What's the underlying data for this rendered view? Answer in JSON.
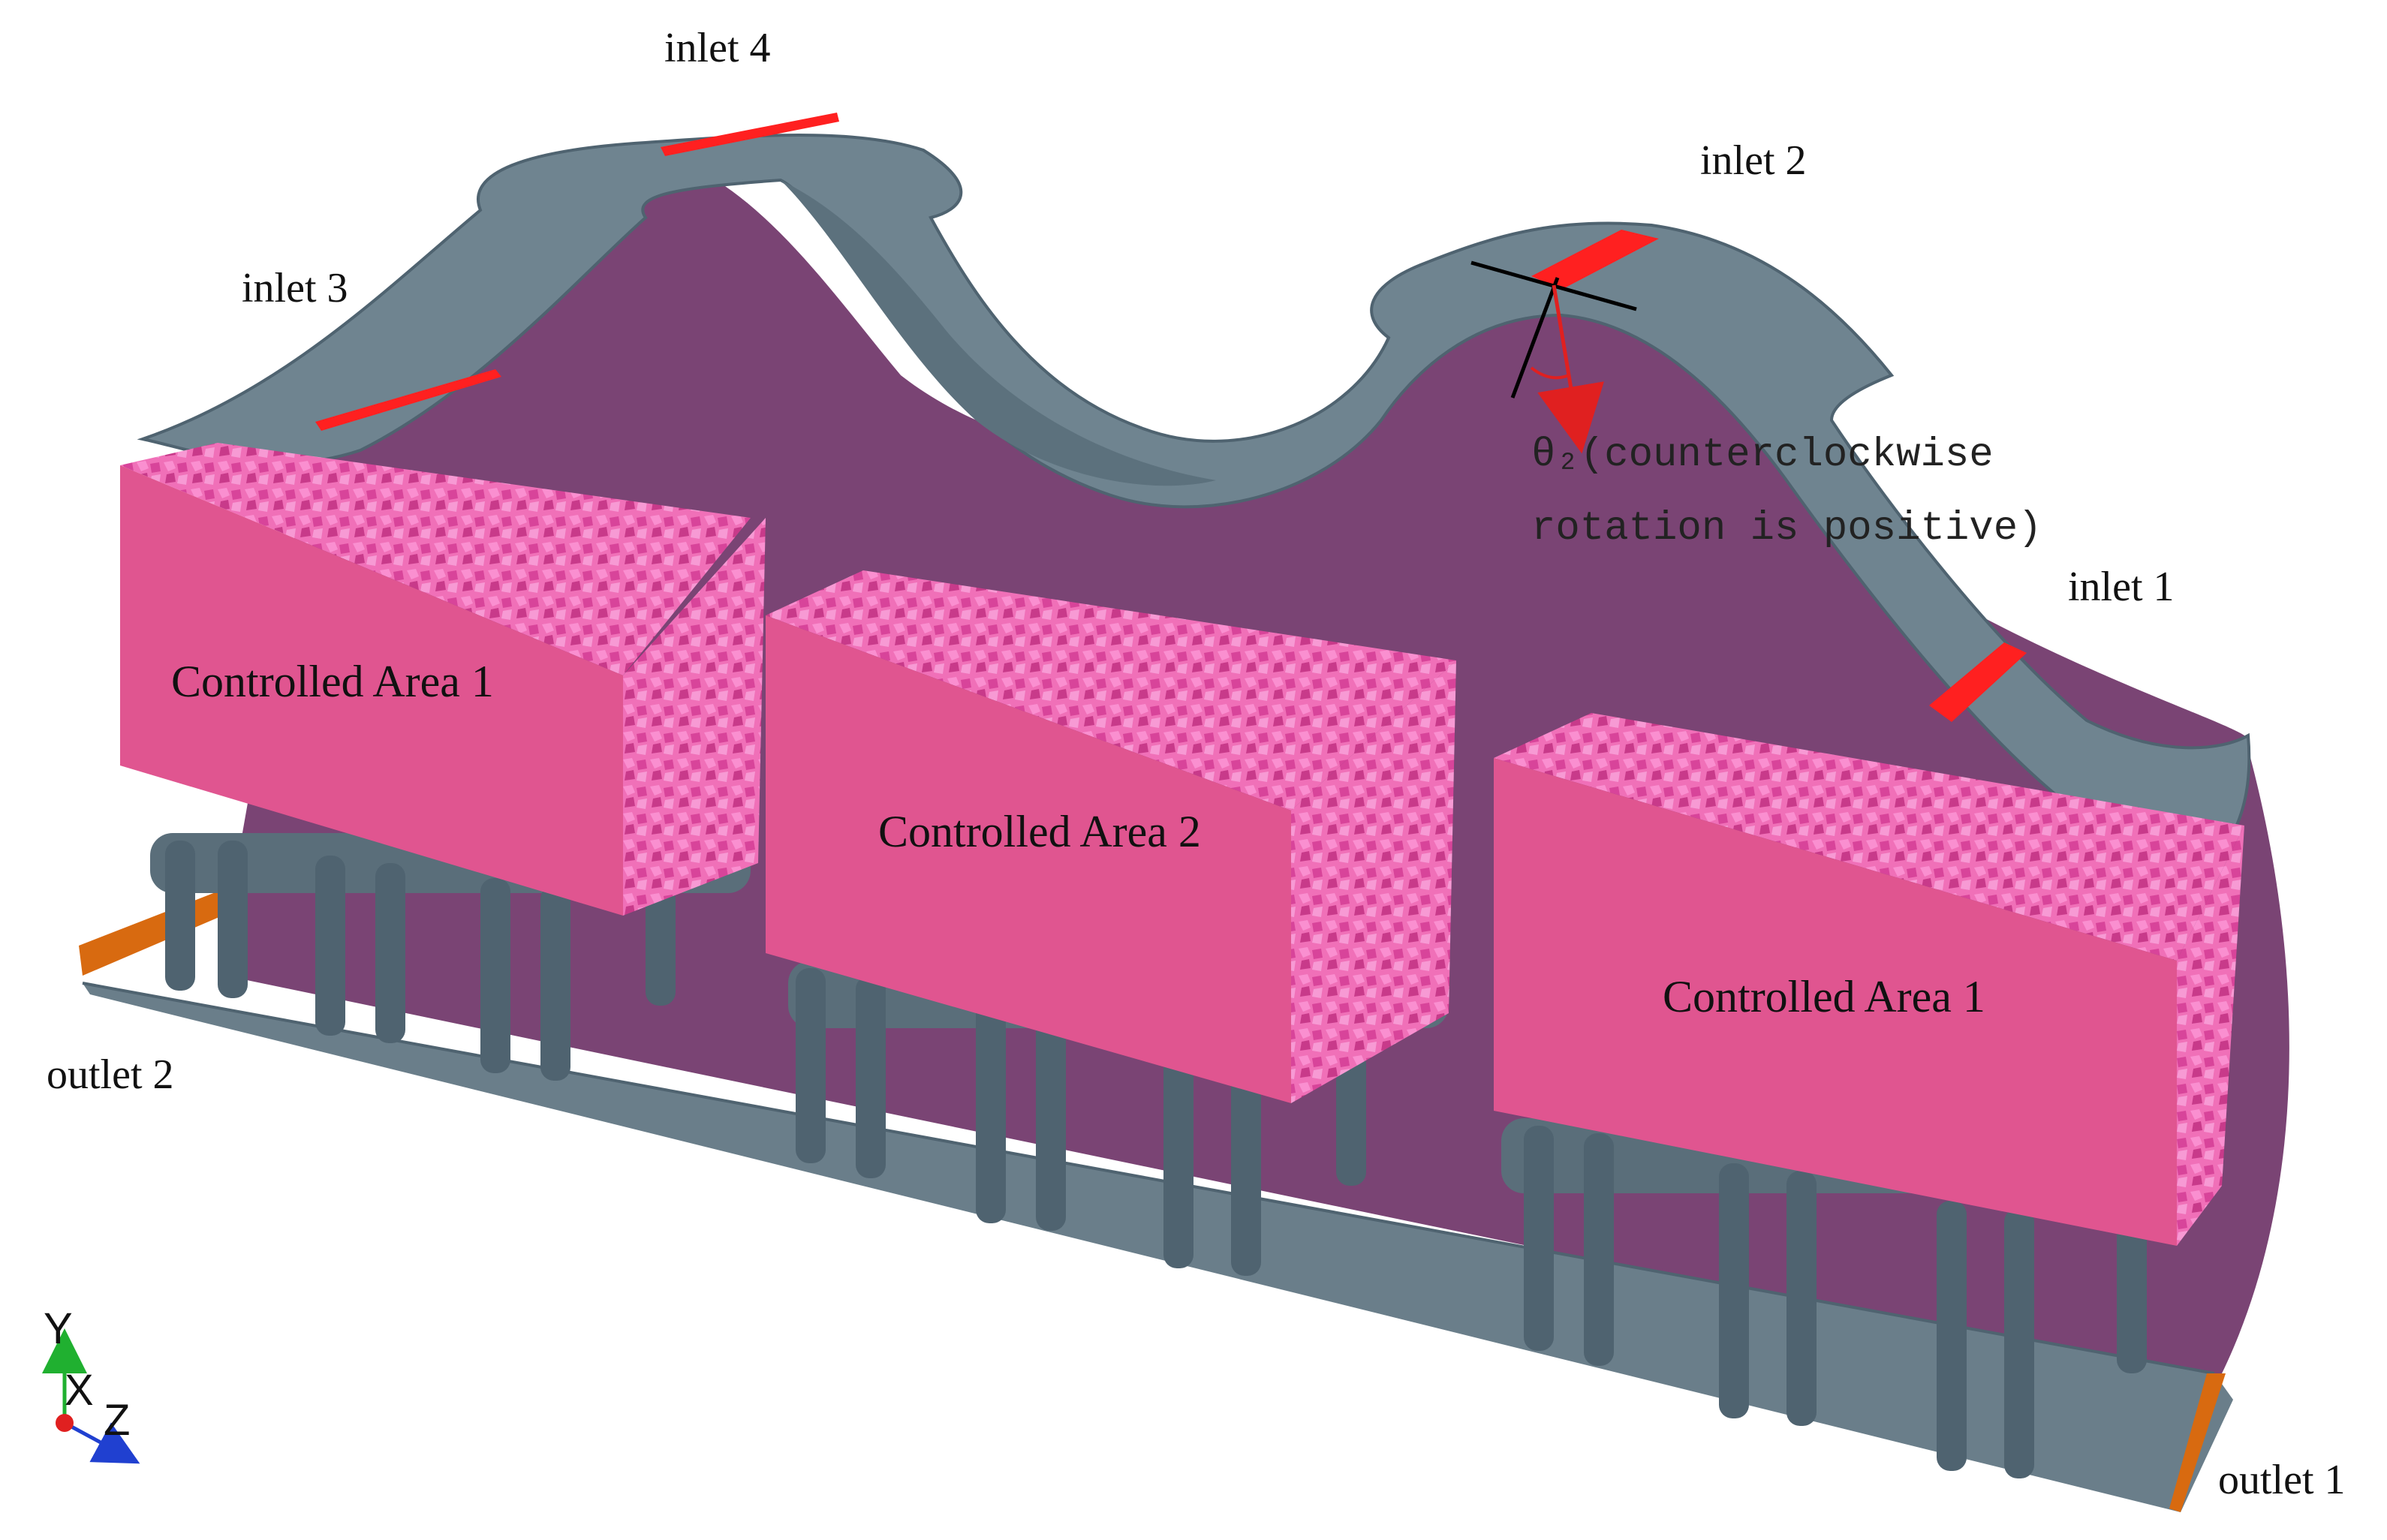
{
  "labels": {
    "inlet_1": "inlet 1",
    "inlet_2": "inlet 2",
    "inlet_3": "inlet 3",
    "inlet_4": "inlet 4",
    "outlet_1": "outlet 1",
    "outlet_2": "outlet 2"
  },
  "areas": {
    "left": "Controlled Area 1",
    "middle": "Controlled Area 2",
    "right": "Controlled Area 1"
  },
  "angle_note": {
    "line1": "θ₂(counterclockwise",
    "line2": "rotation is positive)"
  },
  "axes": {
    "y": "Y",
    "x": "X",
    "z": "Z"
  },
  "colors": {
    "cabin_wall": "#7a4474",
    "duct": "#6f8490",
    "duct_dark": "#4f6370",
    "floor": "#6a7e8a",
    "area_fill": "#e05590",
    "area_top": "#f070b8",
    "inlet_mark": "#ff2020",
    "outlet_mark": "#d86a10",
    "angle_arrow": "#e02020"
  },
  "icons": {
    "axis_triad": "xyz-axis-triad-icon"
  }
}
